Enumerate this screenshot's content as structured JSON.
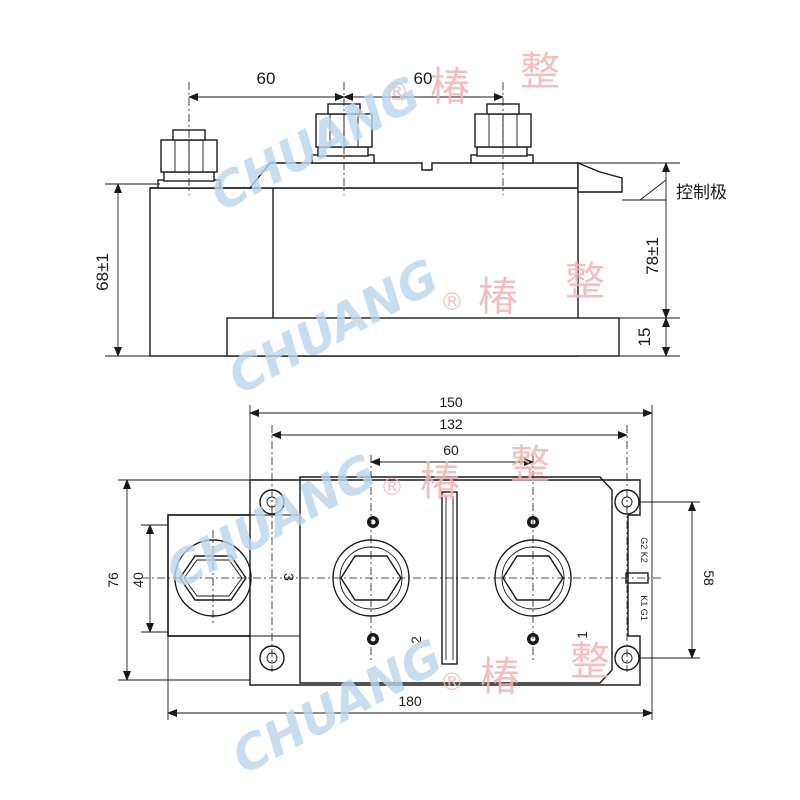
{
  "side_view": {
    "dim_top_left": "60",
    "dim_top_right": "60",
    "dim_height_left": "68±1",
    "dim_height_right": "78±1",
    "dim_base": "15",
    "control_label": "控制极"
  },
  "top_view": {
    "dim_overall_width": "150",
    "dim_hole_pitch": "132",
    "dim_terminal_pitch": "60",
    "dim_total_length": "180",
    "dim_left_height": "76",
    "dim_left_inner": "40",
    "dim_right_pitch": "58",
    "terminal_3": "3",
    "terminal_2": "2",
    "terminal_1": "1",
    "gate_upper": "G2 K2",
    "gate_lower": "K1 G1"
  },
  "watermark": {
    "brand_latin": "CHUANG",
    "brand_cjk_1": "椿",
    "brand_cjk_2": "整",
    "registered": "®"
  },
  "colors": {
    "line": "#1a1a1a",
    "watermark_blue": "#b9d7ec",
    "watermark_red": "#f2b3b3"
  }
}
